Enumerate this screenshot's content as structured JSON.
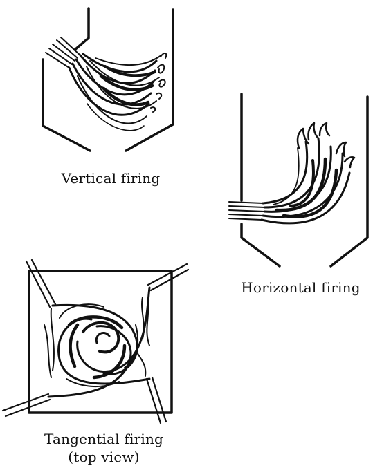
{
  "figures": {
    "vertical": {
      "caption": "Vertical firing"
    },
    "horizontal": {
      "caption": "Horizontal firing"
    },
    "tangential": {
      "caption": "Tangential firing",
      "subcaption": "(top view)"
    }
  },
  "colors": {
    "ink": "#111111",
    "paper": "#ffffff"
  }
}
